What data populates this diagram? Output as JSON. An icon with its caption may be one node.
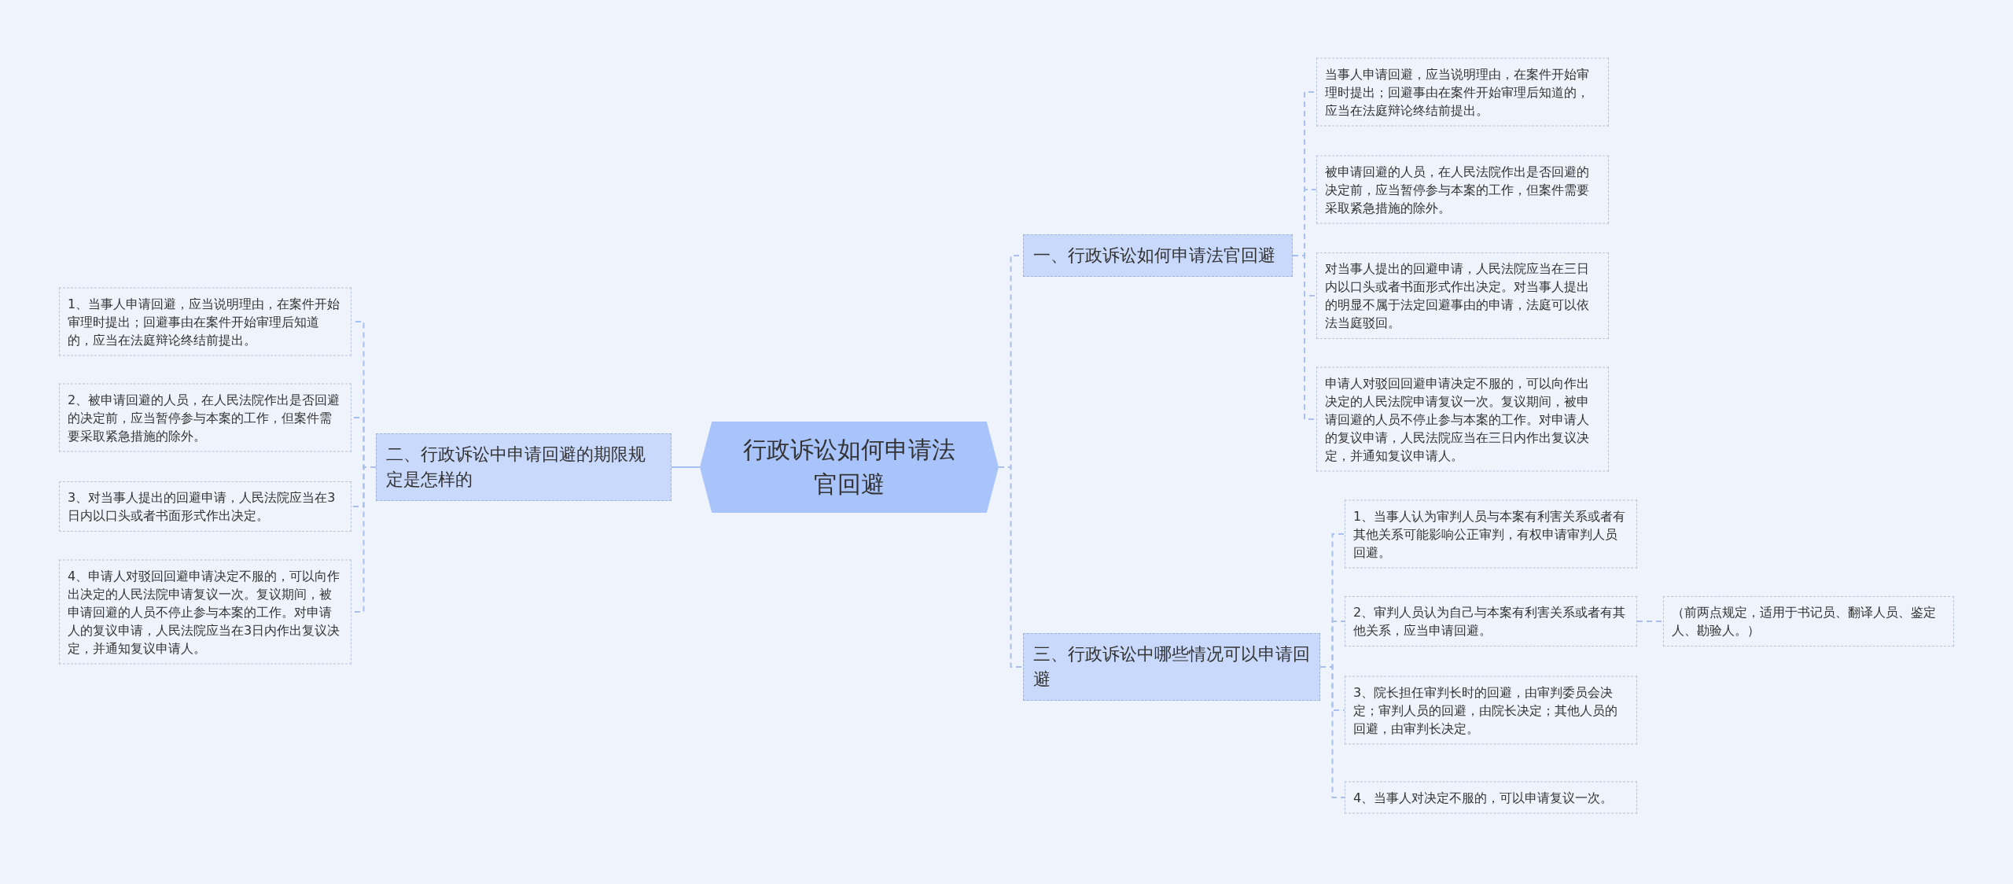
{
  "diagram": {
    "nodes": [
      {
        "text": [
          "行政诉讼如何申请法官回避"
        ]
      },
      {
        "text": [
          "一、行政诉讼如何申请法官回避"
        ]
      },
      {
        "text": [
          "当事人申请回避，应当说明理由，在案件开始审理时提出；回避事由在案件开始审理后知道的，应当在法庭辩论终结前提出。"
        ]
      },
      {
        "text": [
          "被申请回避的人员，在人民法院作出是否回避的决定前，应当暂停参与本案的工作，但案件需要采取紧急措施的除外。"
        ]
      },
      {
        "text": [
          "对当事人提出的回避申请，人民法院应当在三日内以口头或者书面形式作出决定。对当事人提出的明显不属于法定回避事由的申请，法庭可以依法当庭驳回。"
        ]
      },
      {
        "text": [
          "申请人对驳回回避申请决定不服的，可以向作出决定的人民法院申请复议一次。复议期间，被申请回避的人员不停止参与本案的工作。对申请人的复议申请，人民法院应当在三日内作出复议决定，并通知复议申请人。"
        ]
      },
      {
        "text": [
          "二、行政诉讼中申请回避的期限规定是怎样的"
        ]
      },
      {
        "text": [
          "1、当事人申请回避，应当说明理由，在案件开始审理时提出；回避事由在案件开始审理后知道的，应当在法庭辩论终结前提出。"
        ]
      },
      {
        "text": [
          "2、被申请回避的人员，在人民法院作出是否回避的决定前，应当暂停参与本案的工作，但案件需要采取紧急措施的除外。"
        ]
      },
      {
        "text": [
          "3、对当事人提出的回避申请，人民法院应当在3日内以口头或者书面形式作出决定。"
        ]
      },
      {
        "text": [
          "4、申请人对驳回回避申请决定不服的，可以向作出决定的人民法院申请复议一次。复议期间，被申请回避的人员不停止参与本案的工作。对申请人的复议申请，人民法院应当在3日内作出复议决定，并通知复议申请人。"
        ]
      },
      {
        "text": [
          "三、行政诉讼中哪些情况可以申请回避"
        ]
      },
      {
        "text": [
          "1、当事人认为审判人员与本案有利害关系或者有其他关系可能影响公正审判，有权申请审判人员回避。"
        ]
      },
      {
        "text": [
          "2、审判人员认为自己与本案有利害关系或者有其他关系，应当申请回避。"
        ]
      },
      {
        "text": [
          "3、院长担任审判长时的回避，由审判委员会决定；审判人员的回避，由院长决定；其他人员的回避，由审判长决定。"
        ]
      },
      {
        "text": [
          "4、当事人对决定不服的，可以申请复议一次。"
        ]
      },
      {
        "text": [
          "（前两点规定，适用于书记员、翻译人员、鉴定人、勘验人。）"
        ]
      }
    ],
    "edges": [
      {
        "from": 0,
        "to": 1,
        "arrow": "none",
        "style": "dashed"
      },
      {
        "from": 0,
        "to": 6,
        "arrow": "none"
      },
      {
        "from": 0,
        "to": 11,
        "arrow": "none",
        "style": "dashed"
      },
      {
        "from": 1,
        "to": 2,
        "arrow": "none",
        "style": "dashed"
      },
      {
        "from": 1,
        "to": 3,
        "arrow": "none",
        "style": "dashed"
      },
      {
        "from": 1,
        "to": 4,
        "arrow": "none",
        "style": "dashed"
      },
      {
        "from": 1,
        "to": 5,
        "arrow": "none",
        "style": "dashed"
      },
      {
        "from": 6,
        "to": 7,
        "arrow": "none",
        "style": "dashed"
      },
      {
        "from": 6,
        "to": 8,
        "arrow": "none",
        "style": "dashed"
      },
      {
        "from": 6,
        "to": 9,
        "arrow": "none",
        "style": "dashed"
      },
      {
        "from": 6,
        "to": 10,
        "arrow": "none",
        "style": "dashed"
      },
      {
        "from": 11,
        "to": 12,
        "arrow": "none",
        "style": "dashed"
      },
      {
        "from": 11,
        "to": 13,
        "arrow": "none",
        "style": "dashed"
      },
      {
        "from": 11,
        "to": 14,
        "arrow": "none",
        "style": "dashed"
      },
      {
        "from": 11,
        "to": 15,
        "arrow": "none",
        "style": "dashed"
      },
      {
        "from": 13,
        "to": 16,
        "arrow": "none",
        "style": "dashed"
      }
    ]
  }
}
